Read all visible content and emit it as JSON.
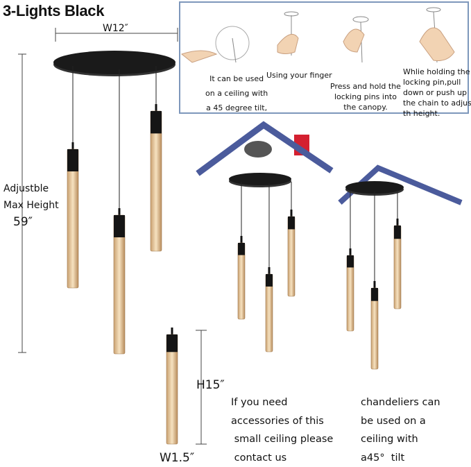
{
  "title": "3-Lights Black",
  "dimensions": {
    "width_label": "W12″",
    "height_label_1": "Adjustble",
    "height_label_2": "Max Height",
    "height_value": "59″",
    "pendant_height": "H15″",
    "pendant_width": "W1.5″"
  },
  "instructions": [
    {
      "lines": [
        "It can be used",
        "on a ceiling with",
        "a 45 degree tilt,"
      ]
    },
    {
      "lines": [
        "Using your finger"
      ]
    },
    {
      "lines": [
        "Press and hold the",
        "locking pins into",
        "the canopy."
      ]
    },
    {
      "lines": [
        "Whlie holding the",
        "locking pin,pull",
        "down or push up",
        "the chain to adjust",
        "th height."
      ]
    }
  ],
  "notes": {
    "left": [
      "If you need",
      "accessories of this",
      " small ceiling please",
      " contact us"
    ],
    "right": [
      "chandeliers can",
      "be used on a",
      "ceiling with",
      "a45°  tilt"
    ]
  },
  "colors": {
    "roof": "#4b5b9c",
    "chimney": "#d42030",
    "border": "#7d97bb",
    "glass": "#e8c89a"
  }
}
